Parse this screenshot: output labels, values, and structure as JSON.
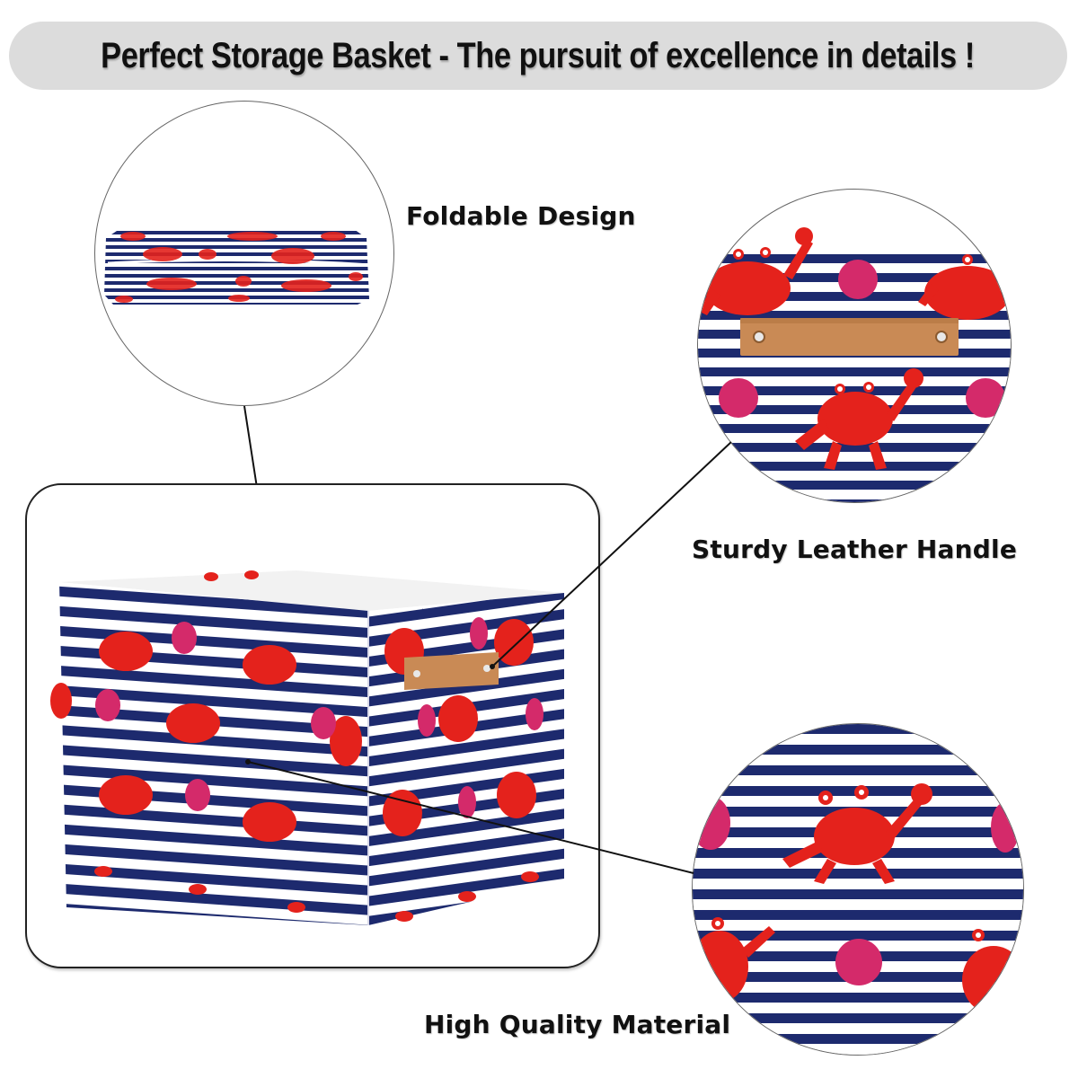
{
  "banner": {
    "title": "Perfect Storage Basket - The pursuit of excellence in details !",
    "background_color": "#dcdcdc"
  },
  "features": [
    {
      "id": "foldable",
      "label": "Foldable Design",
      "icon": "folded-basket-closeup"
    },
    {
      "id": "handle",
      "label": "Sturdy Leather Handle",
      "icon": "leather-handle-closeup"
    },
    {
      "id": "material",
      "label": "High Quality Material",
      "icon": "fabric-pattern-closeup"
    }
  ],
  "product": {
    "name": "storage-basket",
    "pattern": "red crabs and pink coral on navy and white stripes",
    "colors": {
      "stripe_navy": "#1d2a6e",
      "stripe_white": "#ffffff",
      "crab_red": "#e4221c",
      "coral_pink": "#d42a6a",
      "leather_tan": "#c98a55"
    }
  }
}
